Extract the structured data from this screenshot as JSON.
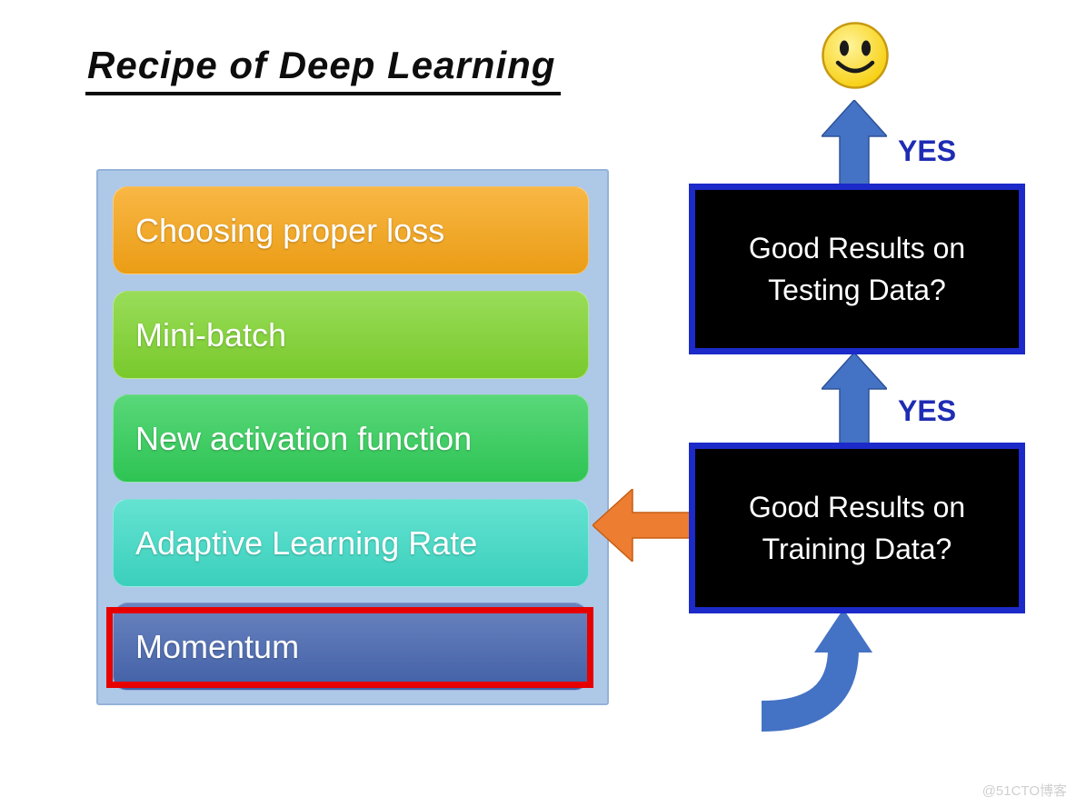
{
  "slide": {
    "title": "Recipe of Deep Learning",
    "watermark": "@51CTO博客"
  },
  "recipe": {
    "panel_color": "#AEC8E8",
    "highlight_color": "#E60000",
    "highlighted_item": "Momentum",
    "items": [
      {
        "label": "Choosing proper loss",
        "color": "#F7A516"
      },
      {
        "label": "Mini-batch",
        "color": "#7FD42F"
      },
      {
        "label": "New activation function",
        "color": "#30CE58"
      },
      {
        "label": "Adaptive Learning Rate",
        "color": "#3EDBC6"
      },
      {
        "label": "Momentum",
        "color": "#4565AF"
      }
    ]
  },
  "flowchart": {
    "testing_box": {
      "line1": "Good Results on",
      "line2": "Testing Data?"
    },
    "training_box": {
      "line1": "Good Results on",
      "line2": "Training Data?"
    },
    "yes_labels": [
      "YES",
      "YES"
    ],
    "smiley": "smiley-face-icon",
    "arrow_color": "#4472C4",
    "arrow_outline_color": "#2E5398",
    "feedback_arrow_color": "#ED7D31",
    "feedback_arrow_outline_color": "#C55F14",
    "box_border_color": "#1B2AC8",
    "yes_color": "#1E2CB4"
  }
}
